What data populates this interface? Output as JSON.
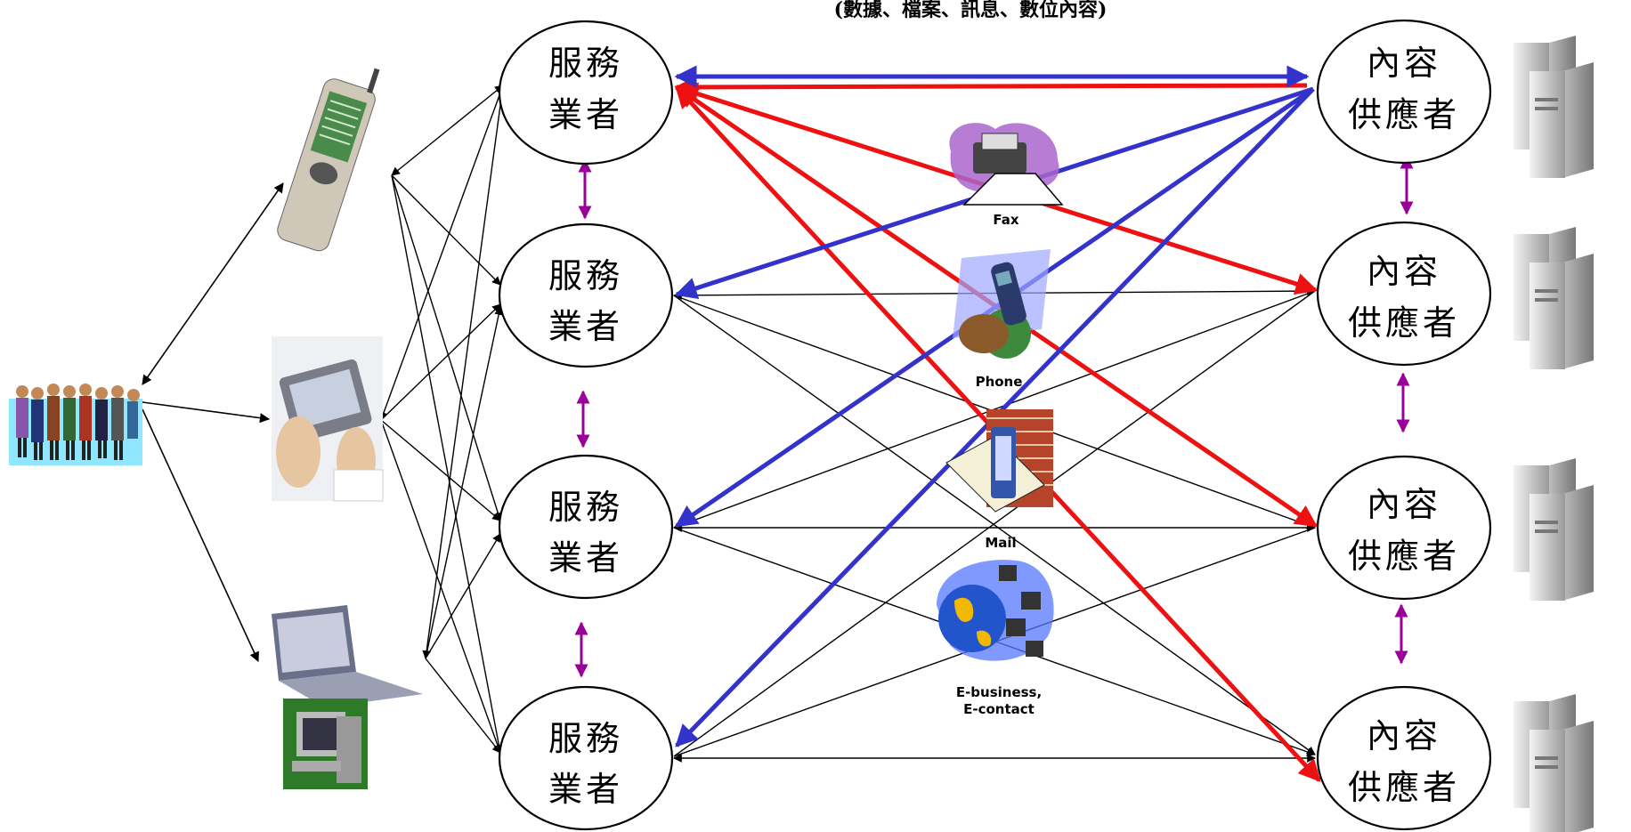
{
  "title": "(數據、檔案、訊息、數位內容)",
  "service_provider_label": {
    "line1": "服務",
    "line2": "業者"
  },
  "content_provider_label": {
    "line1": "內容",
    "line2": "供應者"
  },
  "channels": [
    {
      "icon": "fax-icon",
      "label": "Fax"
    },
    {
      "icon": "phone-icon",
      "label": "Phone"
    },
    {
      "icon": "mail-icon",
      "label": "Mail"
    },
    {
      "icon": "globe-network-icon",
      "label": "E-business,",
      "label2": "E-contact"
    }
  ],
  "devices": [
    "mobile-phone-icon",
    "pda-handheld-icon",
    "laptop-icon",
    "desktop-computer-icon"
  ],
  "colors": {
    "red": "#ee1111",
    "blue": "#3333cc",
    "purple": "#990099",
    "black": "#000000"
  }
}
